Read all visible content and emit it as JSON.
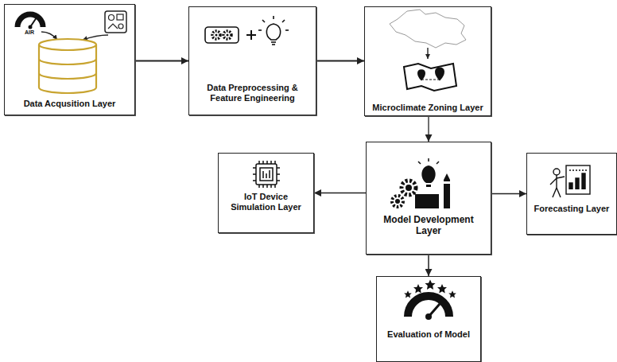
{
  "diagram": {
    "nodes": [
      {
        "text": [
          "Data Acqusition Layer"
        ]
      },
      {
        "text": [
          "Data Preprocessing & Feature Engineering"
        ]
      },
      {
        "text": [
          "Microclimate Zoning Layer"
        ]
      },
      {
        "text": [
          "IoT Device Simulation Layer"
        ]
      },
      {
        "text": [
          "Model Development Layer"
        ]
      },
      {
        "text": [
          "Forecasting Layer"
        ]
      },
      {
        "text": [
          "Evaluation of Model"
        ]
      }
    ],
    "edges": [
      {
        "from": 0,
        "to": 1,
        "arrow": "to"
      },
      {
        "from": 1,
        "to": 2,
        "arrow": "to"
      },
      {
        "from": 2,
        "to": 4,
        "arrow": "to"
      },
      {
        "from": 4,
        "to": 3,
        "arrow": "to"
      },
      {
        "from": 4,
        "to": 5,
        "arrow": "to"
      },
      {
        "from": 4,
        "to": 6,
        "arrow": "to"
      }
    ],
    "labels": [
      "AIR"
    ]
  }
}
